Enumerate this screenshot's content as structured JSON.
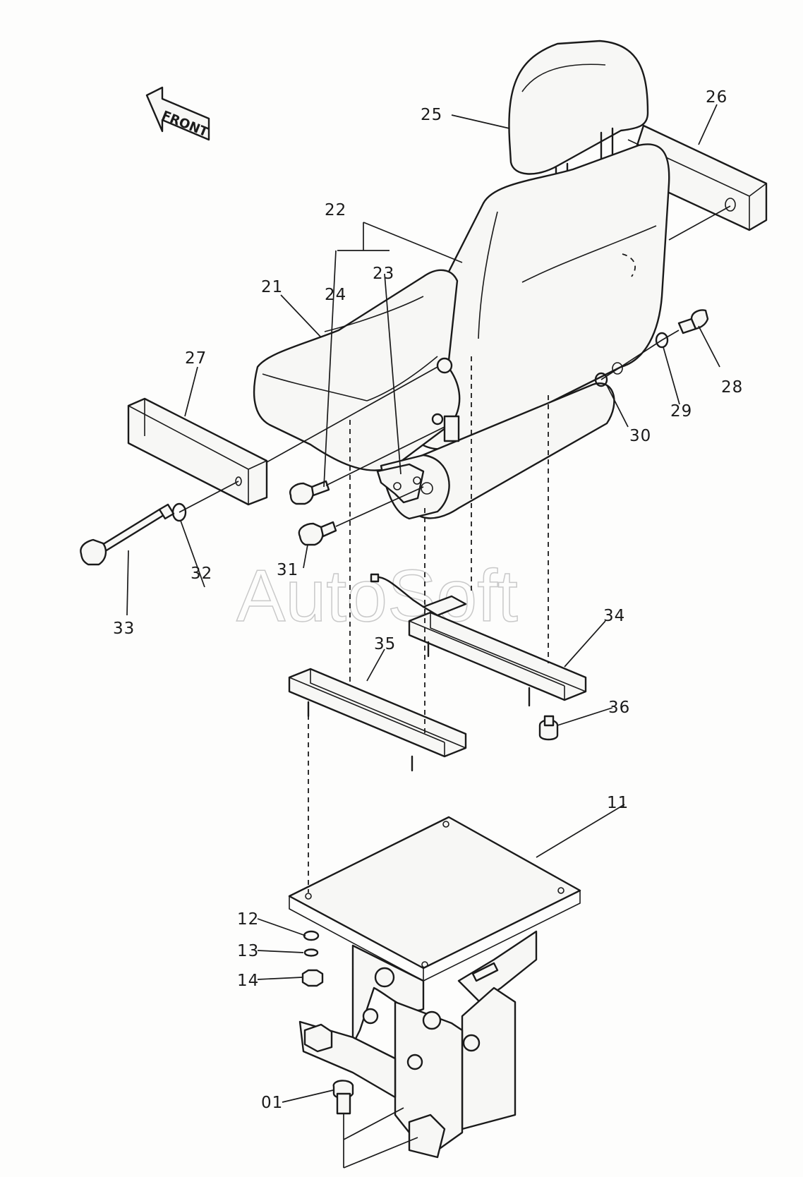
{
  "front_label": "FRONT",
  "watermark": "AutoSoft",
  "callouts": {
    "c01": "01",
    "c11": "11",
    "c12": "12",
    "c13": "13",
    "c14": "14",
    "c21": "21",
    "c22": "22",
    "c23": "23",
    "c24": "24",
    "c25": "25",
    "c26": "26",
    "c27": "27",
    "c28": "28",
    "c29": "29",
    "c30": "30",
    "c31": "31",
    "c32": "32",
    "c33": "33",
    "c34": "34",
    "c35": "35",
    "c36": "36"
  }
}
